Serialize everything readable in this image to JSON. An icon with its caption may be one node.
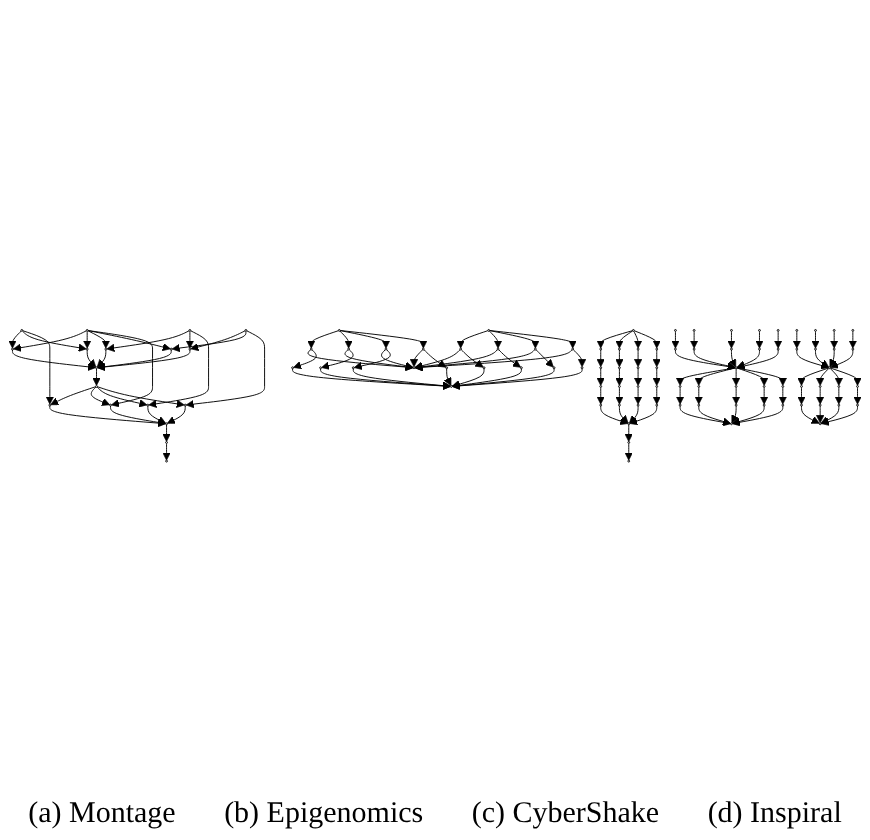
{
  "diagram": {
    "nodes": [
      {
        "text": [],
        "shape": "ellipse"
      },
      {
        "text": [],
        "shape": "ellipse"
      },
      {
        "text": [],
        "shape": "ellipse"
      },
      {
        "text": [],
        "shape": "ellipse"
      },
      {
        "text": [],
        "shape": "ellipse"
      },
      {
        "text": [],
        "shape": "ellipse"
      },
      {
        "text": [],
        "shape": "ellipse"
      },
      {
        "text": [],
        "shape": "ellipse"
      },
      {
        "text": [],
        "shape": "ellipse"
      },
      {
        "text": [],
        "shape": "ellipse"
      },
      {
        "text": [],
        "shape": "ellipse"
      },
      {
        "text": [],
        "shape": "ellipse"
      },
      {
        "text": [],
        "shape": "ellipse"
      },
      {
        "text": [],
        "shape": "ellipse"
      },
      {
        "text": [],
        "shape": "ellipse"
      },
      {
        "text": [],
        "shape": "ellipse"
      },
      {
        "text": [],
        "shape": "ellipse"
      },
      {
        "text": [],
        "shape": "ellipse"
      },
      {
        "text": [],
        "shape": "ellipse"
      },
      {
        "text": [],
        "shape": "ellipse"
      },
      {
        "text": [],
        "shape": "ellipse"
      },
      {
        "text": [],
        "shape": "ellipse"
      },
      {
        "text": [],
        "shape": "ellipse"
      },
      {
        "text": [],
        "shape": "ellipse"
      },
      {
        "text": [],
        "shape": "ellipse"
      },
      {
        "text": [],
        "shape": "ellipse"
      },
      {
        "text": [],
        "shape": "ellipse"
      },
      {
        "text": [],
        "shape": "ellipse"
      },
      {
        "text": [],
        "shape": "ellipse"
      },
      {
        "text": [],
        "shape": "ellipse"
      },
      {
        "text": [],
        "shape": "ellipse"
      },
      {
        "text": [],
        "shape": "ellipse"
      },
      {
        "text": [],
        "shape": "ellipse"
      },
      {
        "text": [],
        "shape": "ellipse"
      },
      {
        "text": [],
        "shape": "ellipse"
      },
      {
        "text": [],
        "shape": "ellipse"
      },
      {
        "text": [],
        "shape": "ellipse"
      },
      {
        "text": [],
        "shape": "ellipse"
      },
      {
        "text": [],
        "shape": "ellipse"
      },
      {
        "text": [],
        "shape": "ellipse"
      },
      {
        "text": [],
        "shape": "ellipse"
      },
      {
        "text": [],
        "shape": "ellipse"
      },
      {
        "text": [],
        "shape": "ellipse"
      },
      {
        "text": [],
        "shape": "ellipse"
      },
      {
        "text": [],
        "shape": "ellipse"
      },
      {
        "text": [],
        "shape": "ellipse"
      },
      {
        "text": [],
        "shape": "ellipse"
      },
      {
        "text": [],
        "shape": "ellipse"
      },
      {
        "text": [],
        "shape": "ellipse"
      },
      {
        "text": [],
        "shape": "ellipse"
      },
      {
        "text": [],
        "shape": "ellipse"
      },
      {
        "text": [],
        "shape": "ellipse"
      },
      {
        "text": [],
        "shape": "ellipse"
      },
      {
        "text": [],
        "shape": "ellipse"
      },
      {
        "text": [],
        "shape": "ellipse"
      },
      {
        "text": [],
        "shape": "ellipse"
      },
      {
        "text": [],
        "shape": "ellipse"
      },
      {
        "text": [],
        "shape": "ellipse"
      },
      {
        "text": [],
        "shape": "ellipse"
      },
      {
        "text": [],
        "shape": "ellipse"
      },
      {
        "text": [],
        "shape": "ellipse"
      },
      {
        "text": [],
        "shape": "ellipse"
      },
      {
        "text": [],
        "shape": "ellipse"
      },
      {
        "text": [],
        "shape": "ellipse"
      },
      {
        "text": [],
        "shape": "ellipse"
      },
      {
        "text": [],
        "shape": "ellipse"
      },
      {
        "text": [],
        "shape": "ellipse"
      },
      {
        "text": [],
        "shape": "ellipse"
      },
      {
        "text": [],
        "shape": "ellipse"
      },
      {
        "text": [],
        "shape": "ellipse"
      },
      {
        "text": [],
        "shape": "ellipse"
      },
      {
        "text": [],
        "shape": "ellipse"
      },
      {
        "text": [],
        "shape": "ellipse"
      },
      {
        "text": [],
        "shape": "ellipse"
      },
      {
        "text": [],
        "shape": "ellipse"
      },
      {
        "text": [],
        "shape": "ellipse"
      },
      {
        "text": [],
        "shape": "ellipse"
      },
      {
        "text": [],
        "shape": "ellipse"
      },
      {
        "text": [],
        "shape": "ellipse"
      },
      {
        "text": [],
        "shape": "ellipse"
      },
      {
        "text": [],
        "shape": "ellipse"
      },
      {
        "text": [],
        "shape": "ellipse"
      },
      {
        "text": [],
        "shape": "ellipse"
      },
      {
        "text": [],
        "shape": "ellipse"
      },
      {
        "text": [],
        "shape": "ellipse"
      },
      {
        "text": [],
        "shape": "ellipse"
      },
      {
        "text": [],
        "shape": "ellipse"
      },
      {
        "text": [],
        "shape": "ellipse"
      },
      {
        "text": [],
        "shape": "ellipse"
      },
      {
        "text": [],
        "shape": "ellipse"
      },
      {
        "text": [],
        "shape": "ellipse"
      },
      {
        "text": [],
        "shape": "ellipse"
      },
      {
        "text": [],
        "shape": "ellipse"
      },
      {
        "text": [],
        "shape": "ellipse"
      },
      {
        "text": [],
        "shape": "ellipse"
      },
      {
        "text": [],
        "shape": "ellipse"
      },
      {
        "text": [],
        "shape": "ellipse"
      },
      {
        "text": [],
        "shape": "ellipse"
      }
    ],
    "edges": [
      {
        "from": 0,
        "to": 4,
        "arrow": "to"
      },
      {
        "from": 0,
        "to": 5,
        "arrow": "to"
      },
      {
        "from": 1,
        "to": 4,
        "arrow": "to"
      },
      {
        "from": 1,
        "to": 5,
        "arrow": "to"
      },
      {
        "from": 1,
        "to": 6,
        "arrow": "to"
      },
      {
        "from": 1,
        "to": 8,
        "arrow": "to"
      },
      {
        "from": 2,
        "to": 6,
        "arrow": "to"
      },
      {
        "from": 2,
        "to": 7,
        "arrow": "to"
      },
      {
        "from": 3,
        "to": 7,
        "arrow": "to"
      },
      {
        "from": 3,
        "to": 8,
        "arrow": "to"
      },
      {
        "from": 0,
        "to": 11,
        "arrow": "to"
      },
      {
        "from": 1,
        "to": 12,
        "arrow": "to"
      },
      {
        "from": 2,
        "to": 13,
        "arrow": "to"
      },
      {
        "from": 3,
        "to": 14,
        "arrow": "to"
      },
      {
        "from": 4,
        "to": 9,
        "arrow": "to"
      },
      {
        "from": 5,
        "to": 9,
        "arrow": "to"
      },
      {
        "from": 6,
        "to": 9,
        "arrow": "to"
      },
      {
        "from": 7,
        "to": 9,
        "arrow": "to"
      },
      {
        "from": 8,
        "to": 9,
        "arrow": "to"
      },
      {
        "from": 9,
        "to": 10,
        "arrow": "to"
      },
      {
        "from": 10,
        "to": 11,
        "arrow": "to"
      },
      {
        "from": 10,
        "to": 12,
        "arrow": "to"
      },
      {
        "from": 10,
        "to": 13,
        "arrow": "to"
      },
      {
        "from": 10,
        "to": 14,
        "arrow": "to"
      },
      {
        "from": 11,
        "to": 15,
        "arrow": "to"
      },
      {
        "from": 12,
        "to": 15,
        "arrow": "to"
      },
      {
        "from": 13,
        "to": 15,
        "arrow": "to"
      },
      {
        "from": 14,
        "to": 15,
        "arrow": "to"
      },
      {
        "from": 15,
        "to": 16,
        "arrow": "to"
      },
      {
        "from": 16,
        "to": 17,
        "arrow": "to"
      },
      {
        "from": 18,
        "to": 19,
        "arrow": "to"
      },
      {
        "from": 18,
        "to": 20,
        "arrow": "to"
      },
      {
        "from": 18,
        "to": 21,
        "arrow": "to"
      },
      {
        "from": 18,
        "to": 22,
        "arrow": "to"
      },
      {
        "from": 19,
        "to": 23,
        "arrow": "to"
      },
      {
        "from": 20,
        "to": 24,
        "arrow": "to"
      },
      {
        "from": 21,
        "to": 25,
        "arrow": "to"
      },
      {
        "from": 22,
        "to": 26,
        "arrow": "to"
      },
      {
        "from": 23,
        "to": 27,
        "arrow": "to"
      },
      {
        "from": 24,
        "to": 28,
        "arrow": "to"
      },
      {
        "from": 25,
        "to": 29,
        "arrow": "to"
      },
      {
        "from": 26,
        "to": 30,
        "arrow": "to"
      },
      {
        "from": 27,
        "to": 31,
        "arrow": "to"
      },
      {
        "from": 28,
        "to": 32,
        "arrow": "to"
      },
      {
        "from": 29,
        "to": 33,
        "arrow": "to"
      },
      {
        "from": 30,
        "to": 34,
        "arrow": "to"
      },
      {
        "from": 31,
        "to": 35,
        "arrow": "to"
      },
      {
        "from": 32,
        "to": 35,
        "arrow": "to"
      },
      {
        "from": 33,
        "to": 35,
        "arrow": "to"
      },
      {
        "from": 34,
        "to": 35,
        "arrow": "to"
      },
      {
        "from": 35,
        "to": 36,
        "arrow": "to"
      },
      {
        "from": 36,
        "to": 37,
        "arrow": "to"
      },
      {
        "from": 38,
        "to": 40,
        "arrow": "to"
      },
      {
        "from": 38,
        "to": 41,
        "arrow": "to"
      },
      {
        "from": 38,
        "to": 42,
        "arrow": "to"
      },
      {
        "from": 38,
        "to": 43,
        "arrow": "to"
      },
      {
        "from": 39,
        "to": 44,
        "arrow": "to"
      },
      {
        "from": 39,
        "to": 45,
        "arrow": "to"
      },
      {
        "from": 39,
        "to": 46,
        "arrow": "to"
      },
      {
        "from": 39,
        "to": 47,
        "arrow": "to"
      },
      {
        "from": 40,
        "to": 48,
        "arrow": "to"
      },
      {
        "from": 41,
        "to": 48,
        "arrow": "to"
      },
      {
        "from": 42,
        "to": 48,
        "arrow": "to"
      },
      {
        "from": 43,
        "to": 48,
        "arrow": "to"
      },
      {
        "from": 44,
        "to": 48,
        "arrow": "to"
      },
      {
        "from": 45,
        "to": 48,
        "arrow": "to"
      },
      {
        "from": 46,
        "to": 48,
        "arrow": "to"
      },
      {
        "from": 47,
        "to": 48,
        "arrow": "to"
      },
      {
        "from": 40,
        "to": 49,
        "arrow": "to"
      },
      {
        "from": 41,
        "to": 50,
        "arrow": "to"
      },
      {
        "from": 42,
        "to": 51,
        "arrow": "to"
      },
      {
        "from": 43,
        "to": 52,
        "arrow": "to"
      },
      {
        "from": 44,
        "to": 53,
        "arrow": "to"
      },
      {
        "from": 45,
        "to": 54,
        "arrow": "to"
      },
      {
        "from": 46,
        "to": 55,
        "arrow": "to"
      },
      {
        "from": 47,
        "to": 56,
        "arrow": "to"
      },
      {
        "from": 49,
        "to": 57,
        "arrow": "to"
      },
      {
        "from": 50,
        "to": 57,
        "arrow": "to"
      },
      {
        "from": 51,
        "to": 57,
        "arrow": "to"
      },
      {
        "from": 52,
        "to": 57,
        "arrow": "to"
      },
      {
        "from": 53,
        "to": 57,
        "arrow": "to"
      },
      {
        "from": 54,
        "to": 57,
        "arrow": "to"
      },
      {
        "from": 55,
        "to": 57,
        "arrow": "to"
      },
      {
        "from": 56,
        "to": 57,
        "arrow": "to"
      },
      {
        "from": 58,
        "to": 63,
        "arrow": "to"
      },
      {
        "from": 59,
        "to": 64,
        "arrow": "to"
      },
      {
        "from": 60,
        "to": 65,
        "arrow": "to"
      },
      {
        "from": 61,
        "to": 66,
        "arrow": "to"
      },
      {
        "from": 62,
        "to": 67,
        "arrow": "to"
      },
      {
        "from": 63,
        "to": 68,
        "arrow": "to"
      },
      {
        "from": 64,
        "to": 68,
        "arrow": "to"
      },
      {
        "from": 65,
        "to": 68,
        "arrow": "to"
      },
      {
        "from": 66,
        "to": 68,
        "arrow": "to"
      },
      {
        "from": 67,
        "to": 68,
        "arrow": "to"
      },
      {
        "from": 68,
        "to": 69,
        "arrow": "to"
      },
      {
        "from": 68,
        "to": 70,
        "arrow": "to"
      },
      {
        "from": 68,
        "to": 71,
        "arrow": "to"
      },
      {
        "from": 68,
        "to": 72,
        "arrow": "to"
      },
      {
        "from": 68,
        "to": 73,
        "arrow": "to"
      },
      {
        "from": 69,
        "to": 74,
        "arrow": "to"
      },
      {
        "from": 70,
        "to": 75,
        "arrow": "to"
      },
      {
        "from": 71,
        "to": 76,
        "arrow": "to"
      },
      {
        "from": 72,
        "to": 77,
        "arrow": "to"
      },
      {
        "from": 73,
        "to": 78,
        "arrow": "to"
      },
      {
        "from": 74,
        "to": 79,
        "arrow": "to"
      },
      {
        "from": 75,
        "to": 79,
        "arrow": "to"
      },
      {
        "from": 76,
        "to": 79,
        "arrow": "to"
      },
      {
        "from": 77,
        "to": 79,
        "arrow": "to"
      },
      {
        "from": 78,
        "to": 79,
        "arrow": "to"
      },
      {
        "from": 80,
        "to": 84,
        "arrow": "to"
      },
      {
        "from": 81,
        "to": 85,
        "arrow": "to"
      },
      {
        "from": 82,
        "to": 86,
        "arrow": "to"
      },
      {
        "from": 83,
        "to": 87,
        "arrow": "to"
      },
      {
        "from": 84,
        "to": 88,
        "arrow": "to"
      },
      {
        "from": 85,
        "to": 88,
        "arrow": "to"
      },
      {
        "from": 86,
        "to": 88,
        "arrow": "to"
      },
      {
        "from": 87,
        "to": 88,
        "arrow": "to"
      },
      {
        "from": 88,
        "to": 89,
        "arrow": "to"
      },
      {
        "from": 88,
        "to": 90,
        "arrow": "to"
      },
      {
        "from": 88,
        "to": 91,
        "arrow": "to"
      },
      {
        "from": 88,
        "to": 92,
        "arrow": "to"
      },
      {
        "from": 89,
        "to": 93,
        "arrow": "to"
      },
      {
        "from": 90,
        "to": 94,
        "arrow": "to"
      },
      {
        "from": 91,
        "to": 95,
        "arrow": "to"
      },
      {
        "from": 92,
        "to": 96,
        "arrow": "to"
      },
      {
        "from": 93,
        "to": 97,
        "arrow": "to"
      },
      {
        "from": 94,
        "to": 97,
        "arrow": "to"
      },
      {
        "from": 95,
        "to": 97,
        "arrow": "to"
      },
      {
        "from": 96,
        "to": 97,
        "arrow": "to"
      }
    ],
    "labels": [
      "(a) Montage",
      "(b) Epigenomics",
      "(c) CyberShake",
      "(d) Inspiral"
    ]
  }
}
